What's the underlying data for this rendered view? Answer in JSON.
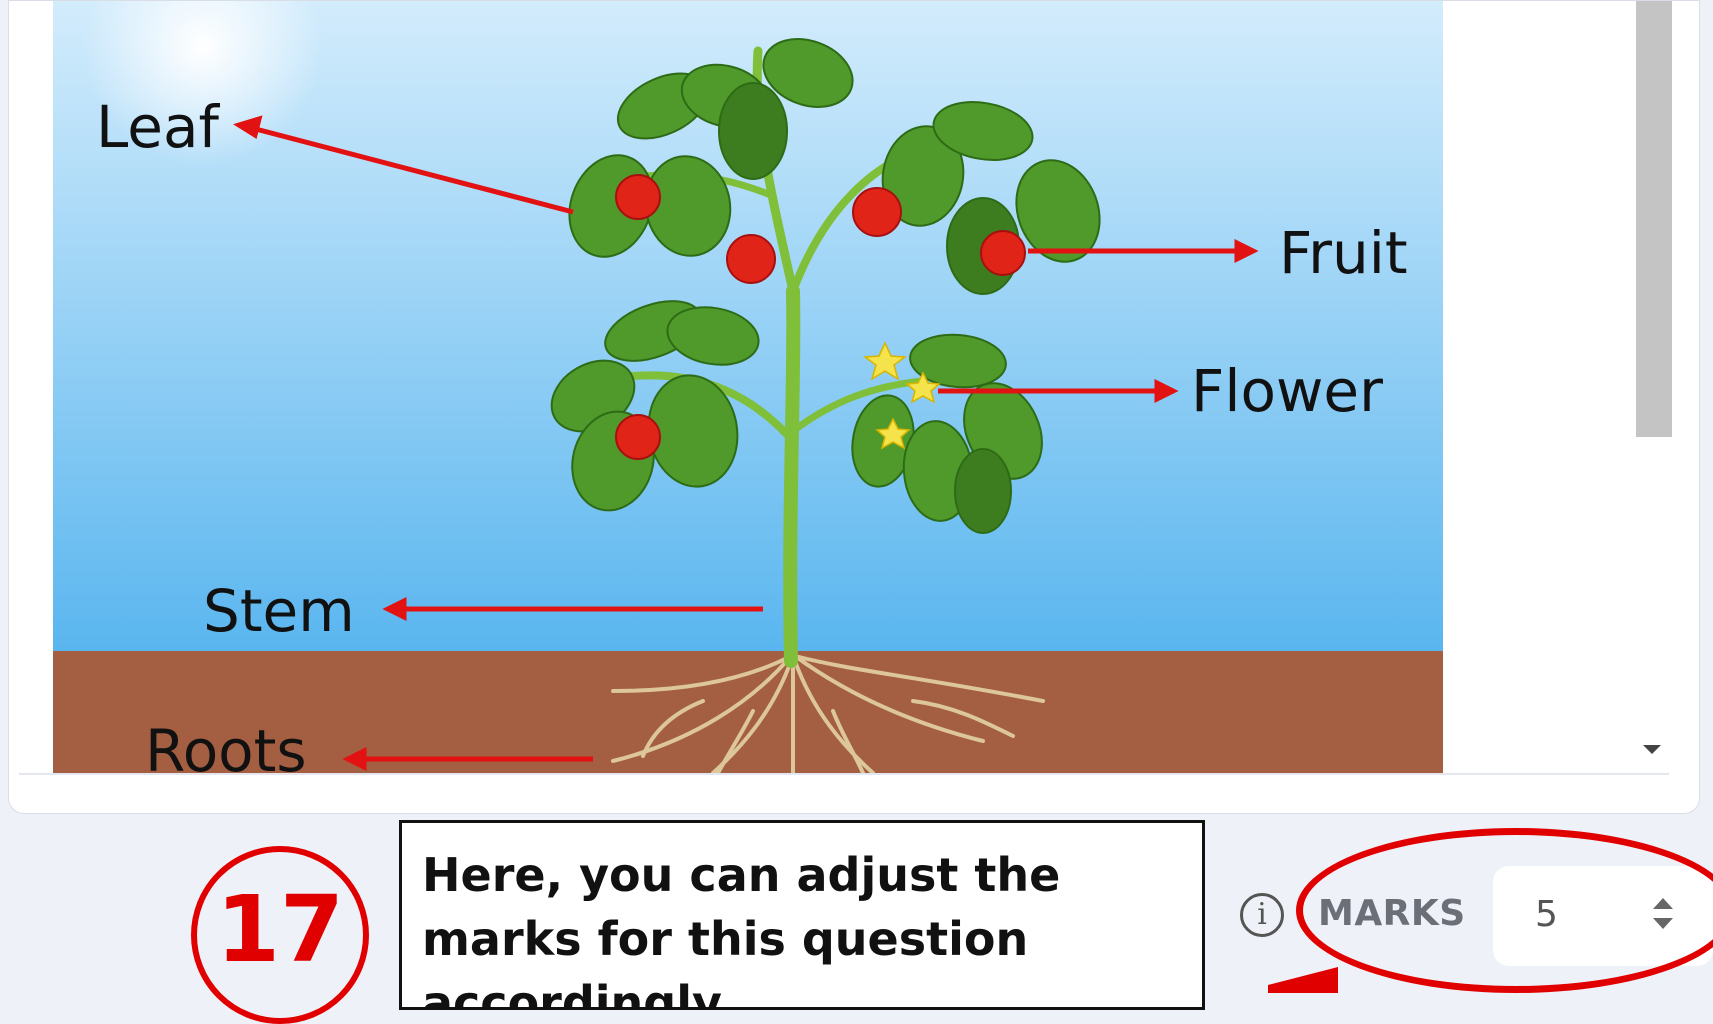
{
  "diagram": {
    "labels": {
      "leaf": "Leaf",
      "fruit": "Fruit",
      "flower": "Flower",
      "stem": "Stem",
      "roots": "Roots"
    },
    "colors": {
      "sky_top": "#cfe9fb",
      "sky_bottom": "#5ab6ef",
      "soil": "#a45f43",
      "arrow": "#e31212",
      "leaf": "#4f9a2a",
      "tomato": "#e02418"
    }
  },
  "callout": {
    "step_number": "17",
    "text": "Here, you can adjust the marks for this question accordingly."
  },
  "marks": {
    "info_icon": "i",
    "label": "MARKS",
    "value": "5"
  },
  "icons": {
    "info": "info-icon",
    "spinner": "spinner-icon",
    "scroll_down": "chevron-down-icon"
  }
}
